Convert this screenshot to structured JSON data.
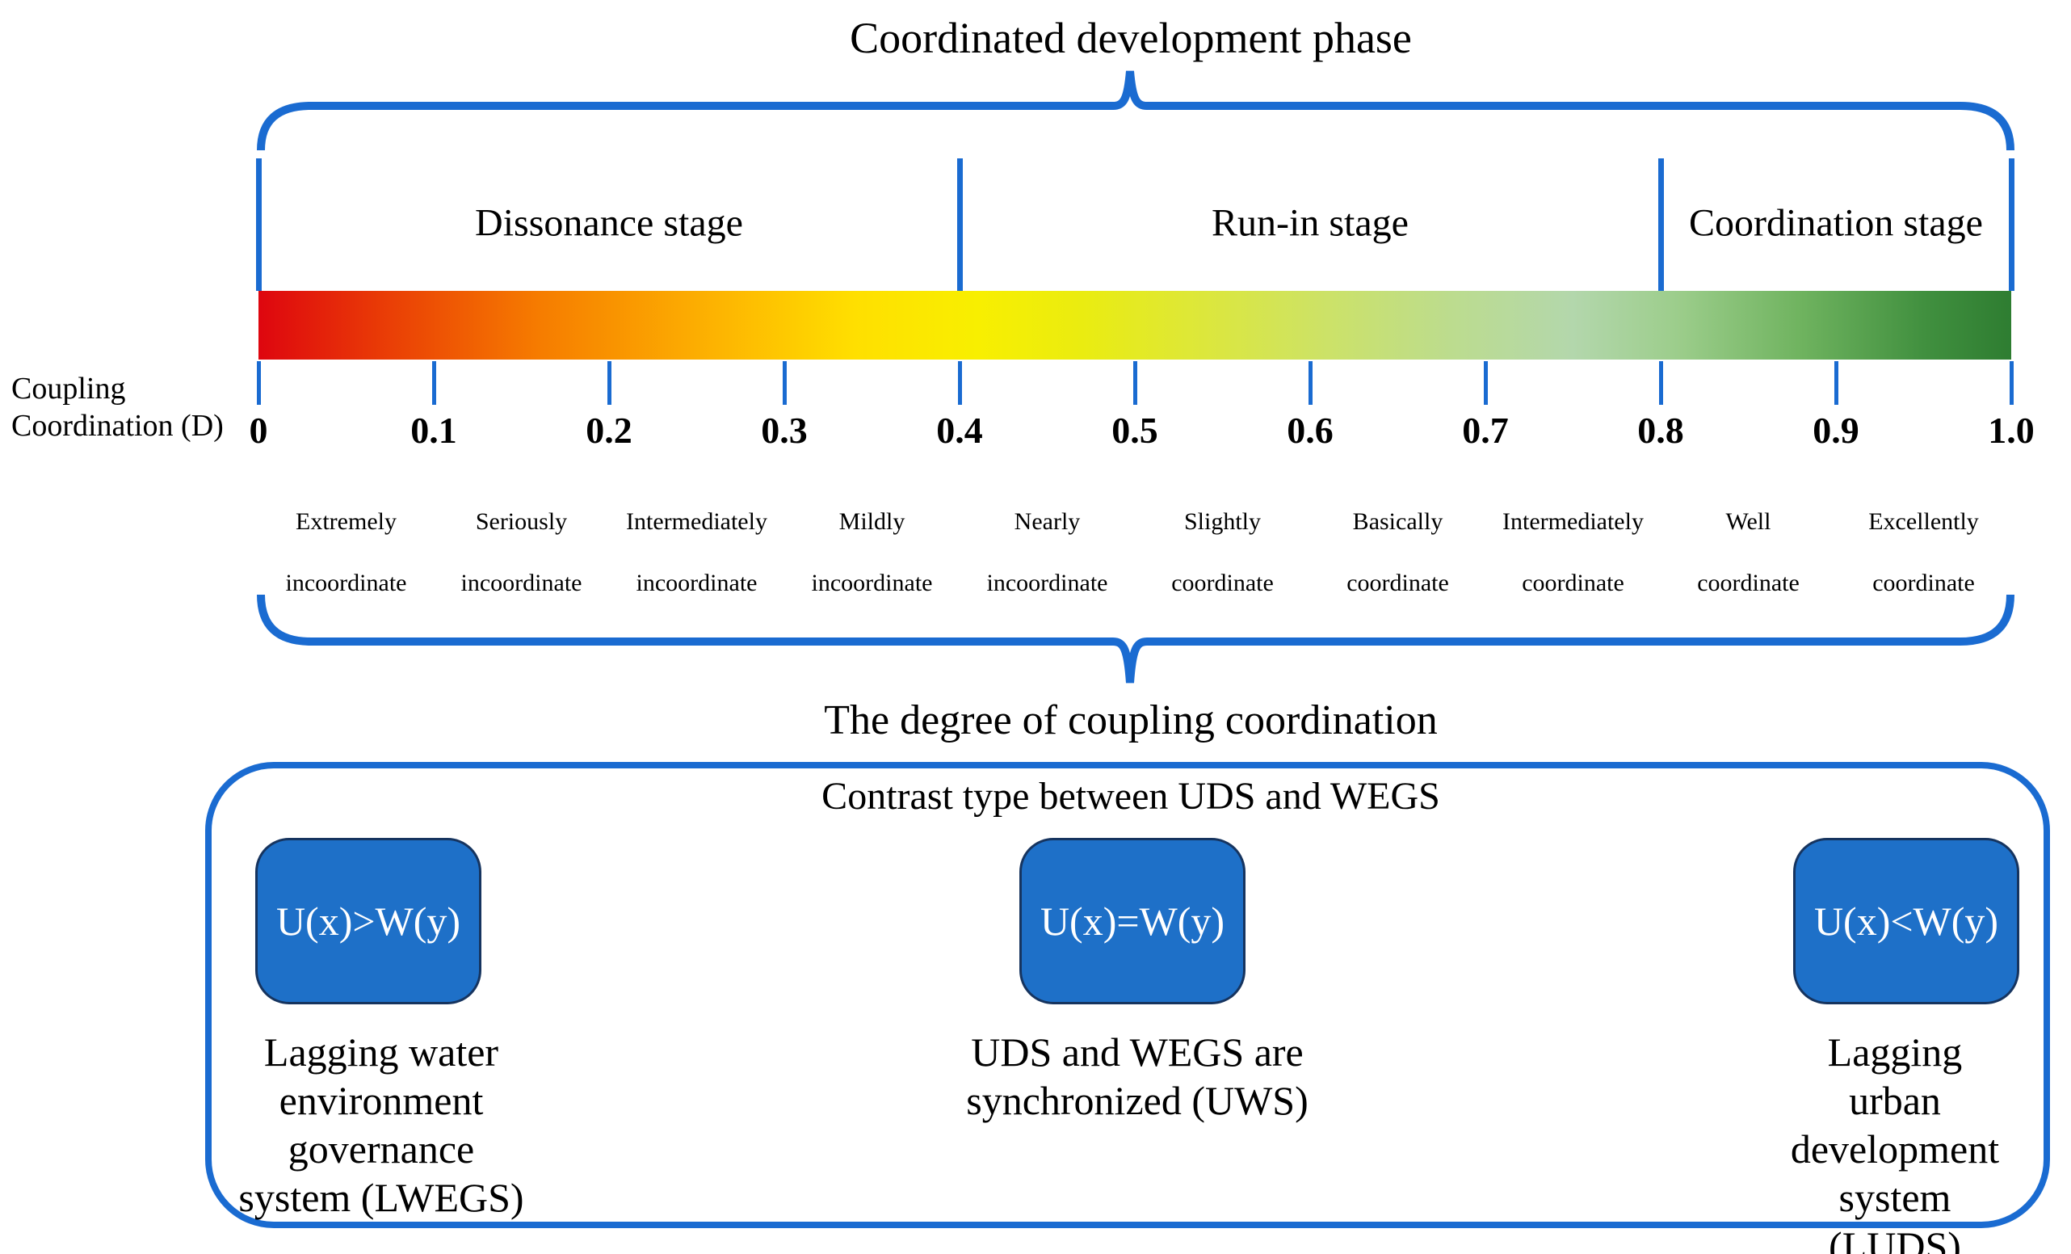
{
  "colors": {
    "line": "#1a6bd1",
    "box_fill": "#1e70c8",
    "box_border": "#16345f",
    "box_text": "#ffffff"
  },
  "scale": {
    "phase_title": "Coordinated development phase",
    "stages": [
      {
        "label": "Dissonance stage",
        "from": 0.0,
        "to": 0.4
      },
      {
        "label": "Run-in stage",
        "from": 0.4,
        "to": 0.8
      },
      {
        "label": "Coordination stage",
        "from": 0.8,
        "to": 1.0
      }
    ],
    "axis_label_lines": [
      "Coupling",
      "Coordination (D)"
    ],
    "ticks": [
      "0",
      "0.1",
      "0.2",
      "0.3",
      "0.4",
      "0.5",
      "0.6",
      "0.7",
      "0.8",
      "0.9",
      "1.0"
    ],
    "categories": [
      {
        "line1": "Extremely",
        "line2": "incoordinate"
      },
      {
        "line1": "Seriously",
        "line2": "incoordinate"
      },
      {
        "line1": "Intermediately",
        "line2": "incoordinate"
      },
      {
        "line1": "Mildly",
        "line2": "incoordinate"
      },
      {
        "line1": "Nearly",
        "line2": "incoordinate"
      },
      {
        "line1": "Slightly",
        "line2": "coordinate"
      },
      {
        "line1": "Basically",
        "line2": "coordinate"
      },
      {
        "line1": "Intermediately",
        "line2": "coordinate"
      },
      {
        "line1": "Well",
        "line2": "coordinate"
      },
      {
        "line1": "Excellently",
        "line2": "coordinate"
      }
    ],
    "degree_caption": "The degree of coupling coordination",
    "gradient_stops": [
      {
        "color": "#de060f",
        "pos": 0
      },
      {
        "color": "#e93b06",
        "pos": 7
      },
      {
        "color": "#f67c00",
        "pos": 16
      },
      {
        "color": "#fdb301",
        "pos": 26
      },
      {
        "color": "#ffdf00",
        "pos": 34
      },
      {
        "color": "#f8ef00",
        "pos": 41
      },
      {
        "color": "#eaec10",
        "pos": 47
      },
      {
        "color": "#dce73c",
        "pos": 54
      },
      {
        "color": "#cce268",
        "pos": 61
      },
      {
        "color": "#bcdc8e",
        "pos": 68
      },
      {
        "color": "#b3d7ac",
        "pos": 75
      },
      {
        "color": "#9ccd8b",
        "pos": 81
      },
      {
        "color": "#6fb35f",
        "pos": 88
      },
      {
        "color": "#41903f",
        "pos": 95
      },
      {
        "color": "#2e7d31",
        "pos": 100
      }
    ]
  },
  "contrast": {
    "title": "Contrast type between UDS and WEGS",
    "items": [
      {
        "formula": "U(x)>W(y)",
        "caption_lines": [
          "Lagging water",
          "environment",
          "governance",
          "system (LWEGS)"
        ]
      },
      {
        "formula": "U(x)=W(y)",
        "caption_lines": [
          "UDS and WEGS are",
          "synchronized (UWS)"
        ]
      },
      {
        "formula": "U(x)<W(y)",
        "caption_lines": [
          "Lagging urban",
          "development",
          "system (LUDS)"
        ]
      }
    ]
  }
}
